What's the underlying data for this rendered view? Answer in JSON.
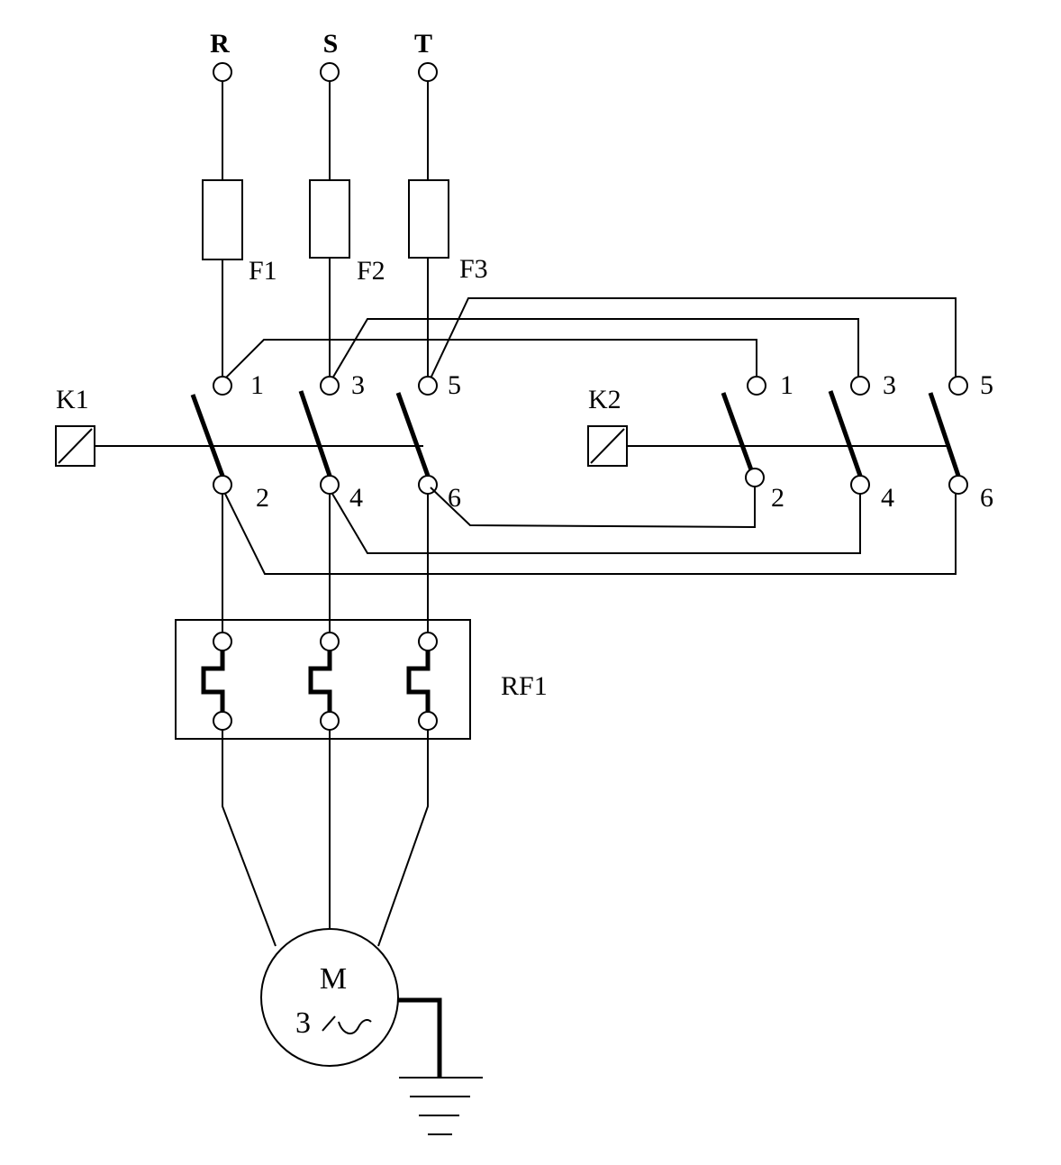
{
  "phases": [
    "R",
    "S",
    "T"
  ],
  "fuses": [
    "F1",
    "F2",
    "F3"
  ],
  "contactor_k1": {
    "name": "K1",
    "line_terminals": [
      "1",
      "3",
      "5"
    ],
    "load_terminals": [
      "2",
      "4",
      "6"
    ]
  },
  "contactor_k2": {
    "name": "K2",
    "line_terminals": [
      "1",
      "3",
      "5"
    ],
    "load_terminals": [
      "2",
      "4",
      "6"
    ]
  },
  "overload_relay": "RF1",
  "motor": {
    "symbol": "M",
    "phase_count": "3"
  }
}
